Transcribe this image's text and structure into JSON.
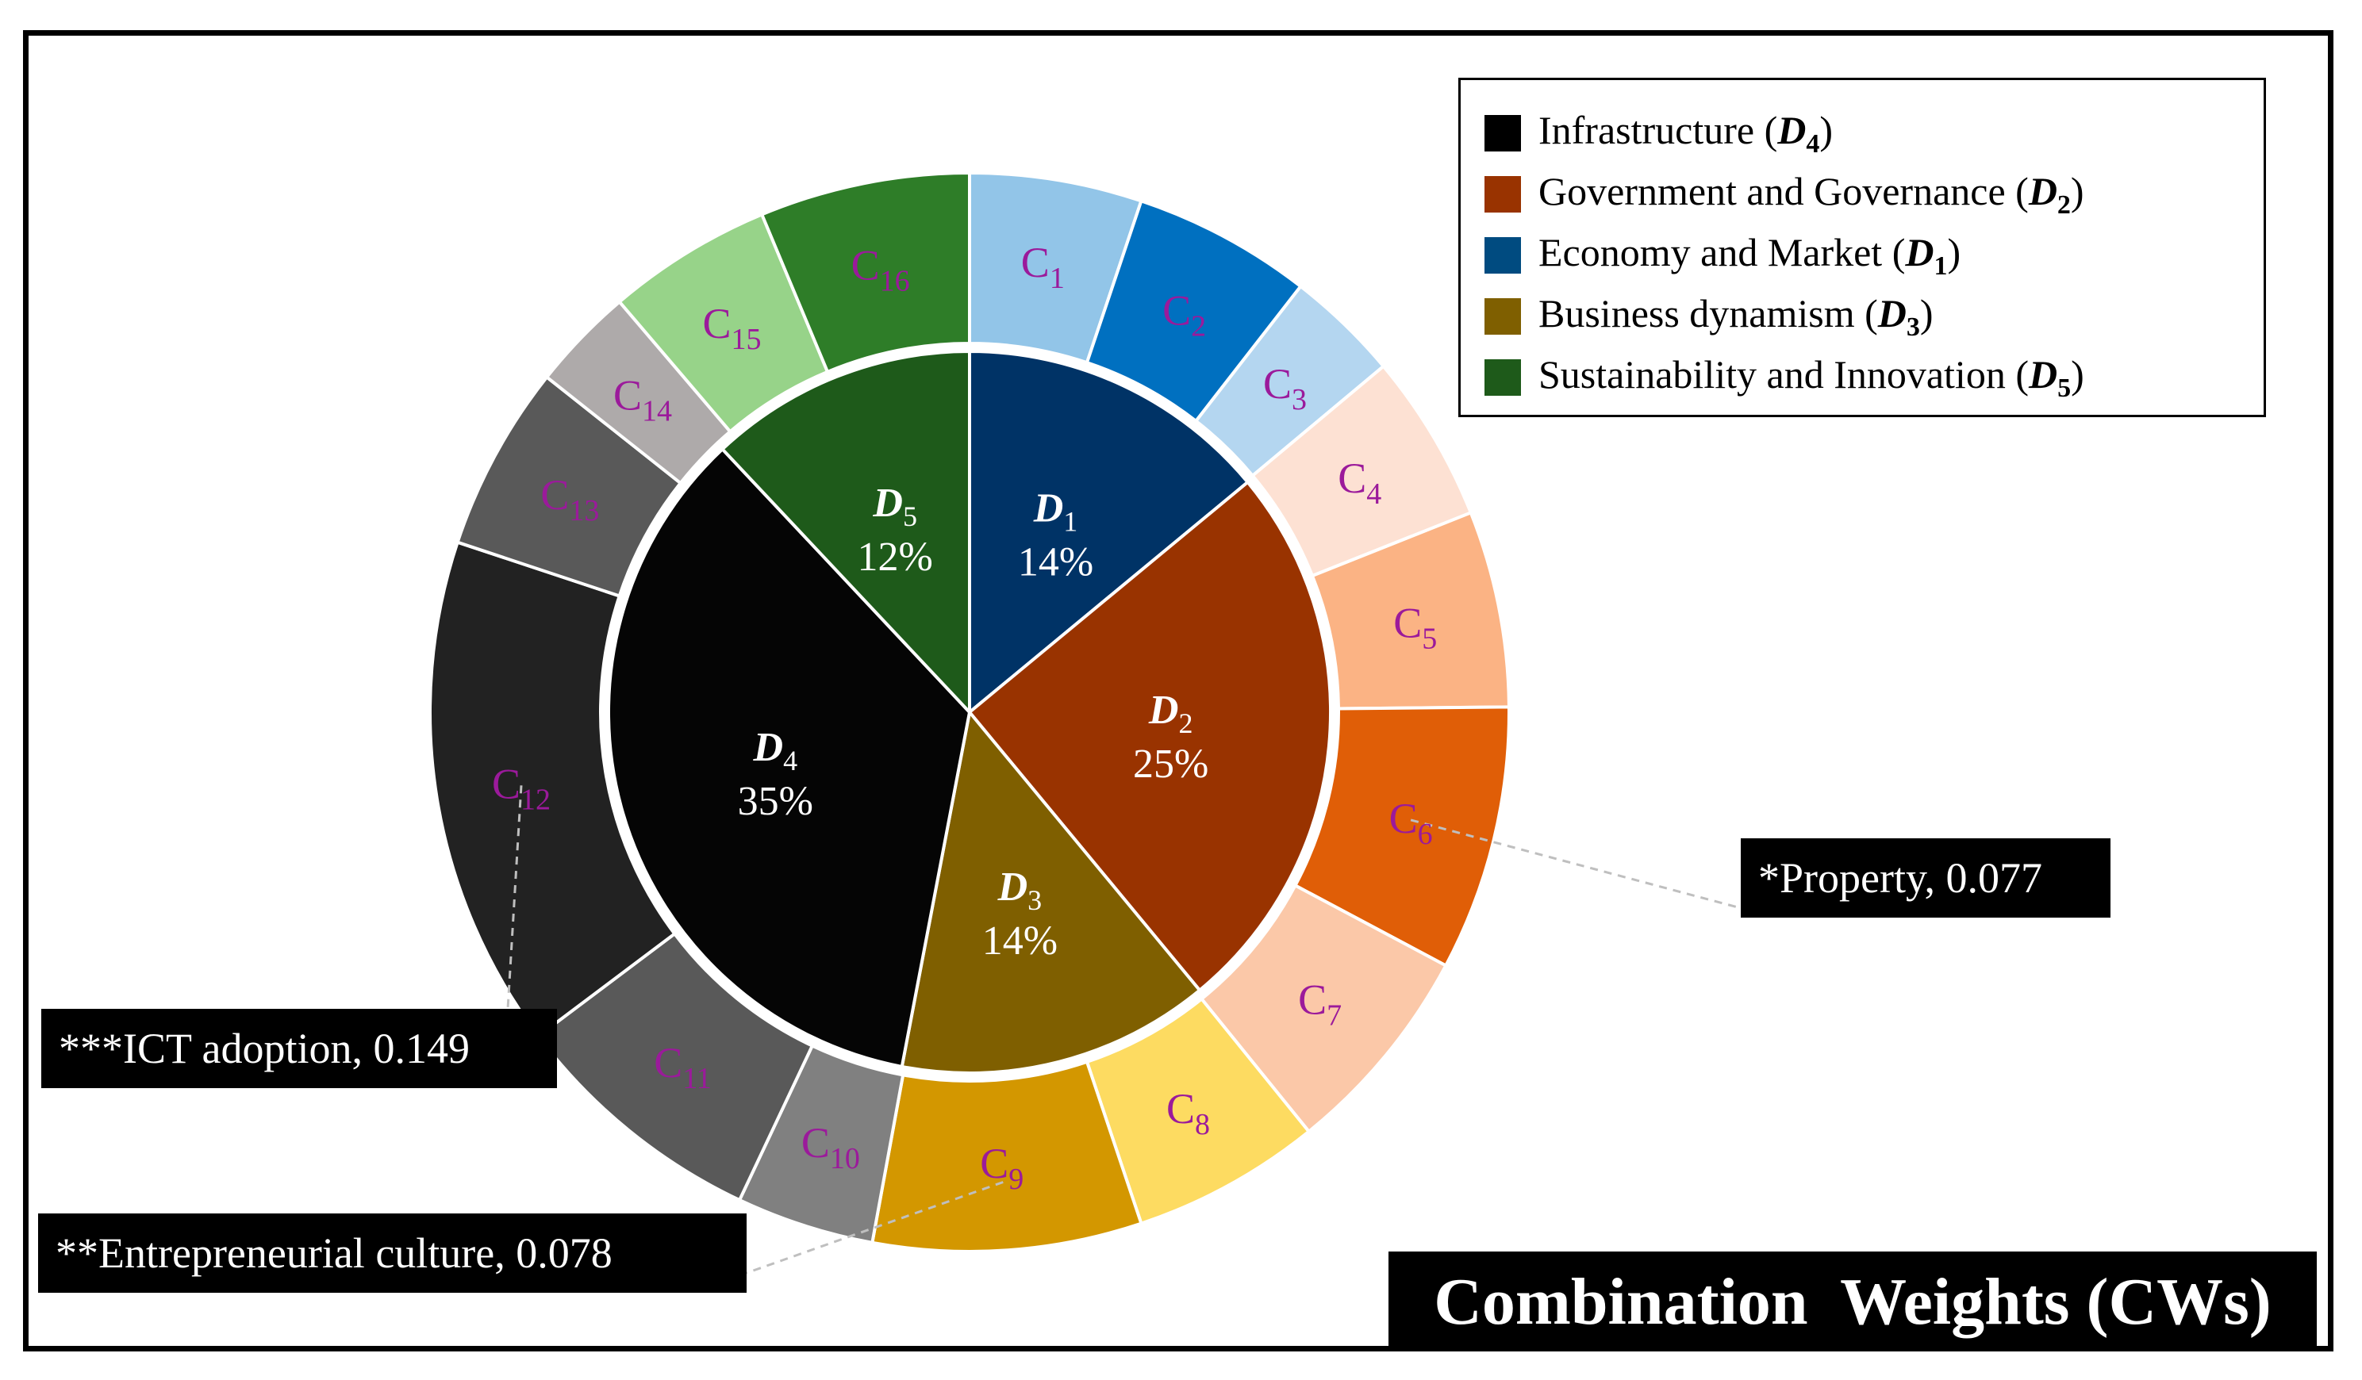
{
  "chart_data": {
    "type": "pie",
    "title": "Combination  Weights (CWs)",
    "inner_ring": [
      {
        "label": "D",
        "sub": "1",
        "percent": 14,
        "value_text": "14%",
        "color": "#003366"
      },
      {
        "label": "D",
        "sub": "2",
        "percent": 25,
        "value_text": "25%",
        "color": "#993300"
      },
      {
        "label": "D",
        "sub": "3",
        "percent": 14,
        "value_text": "14%",
        "color": "#7f5f00"
      },
      {
        "label": "D",
        "sub": "4",
        "percent": 35,
        "value_text": "35%",
        "color": "#050505"
      },
      {
        "label": "D",
        "sub": "5",
        "percent": 12,
        "value_text": "12%",
        "color": "#1e5a1a"
      }
    ],
    "outer_ring": [
      {
        "label": "C",
        "sub": "1",
        "weight": 0.05,
        "color": "#92c5e8"
      },
      {
        "label": "C",
        "sub": "2",
        "weight": 0.052,
        "color": "#0070c0"
      },
      {
        "label": "C",
        "sub": "3",
        "weight": 0.033,
        "color": "#b4d6f0"
      },
      {
        "label": "C",
        "sub": "4",
        "weight": 0.049,
        "color": "#fde1d3"
      },
      {
        "label": "C",
        "sub": "5",
        "weight": 0.057,
        "color": "#fbb384"
      },
      {
        "label": "C",
        "sub": "6",
        "weight": 0.077,
        "color": "#e05e07"
      },
      {
        "label": "C",
        "sub": "7",
        "weight": 0.062,
        "color": "#fbc8a8"
      },
      {
        "label": "C",
        "sub": "8",
        "weight": 0.055,
        "color": "#fddb61"
      },
      {
        "label": "C",
        "sub": "9",
        "weight": 0.078,
        "color": "#d39700"
      },
      {
        "label": "C",
        "sub": "10",
        "weight": 0.04,
        "color": "#808080"
      },
      {
        "label": "C",
        "sub": "11",
        "weight": 0.075,
        "color": "#595959"
      },
      {
        "label": "C",
        "sub": "12",
        "weight": 0.149,
        "color": "#222222"
      },
      {
        "label": "C",
        "sub": "13",
        "weight": 0.054,
        "color": "#595959"
      },
      {
        "label": "C",
        "sub": "14",
        "weight": 0.03,
        "color": "#aeaaaa"
      },
      {
        "label": "C",
        "sub": "15",
        "weight": 0.048,
        "color": "#97d389"
      },
      {
        "label": "C",
        "sub": "16",
        "weight": 0.061,
        "color": "#2e7d28"
      }
    ],
    "legend": [
      {
        "text": "Infrastructure (",
        "sym": "D",
        "sub": "4",
        "color": "#000000"
      },
      {
        "text": "Government and Governance (",
        "sym": "D",
        "sub": "2",
        "color": "#993300"
      },
      {
        "text": "Economy and Market (",
        "sym": "D",
        "sub": "1",
        "color": "#004b80"
      },
      {
        "text": "Business dynamism (",
        "sym": "D",
        "sub": "3",
        "color": "#7f5f00"
      },
      {
        "text": "Sustainability and Innovation (",
        "sym": "D",
        "sub": "5",
        "color": "#1e5a1a"
      }
    ],
    "legend_position": "top-right",
    "callouts": {
      "property": "*Property, 0.077",
      "ict": "***ICT adoption, 0.149",
      "entrepreneurial": "**Entrepreneurial culture, 0.078"
    }
  }
}
